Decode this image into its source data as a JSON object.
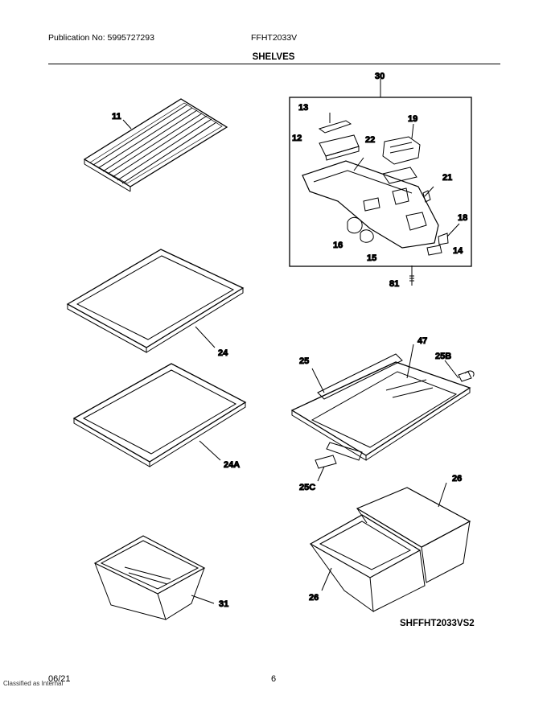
{
  "header": {
    "publication": "Publication No: 5995727293",
    "model": "FFHT2033V",
    "title": "SHELVES"
  },
  "callouts": {
    "p11": "11",
    "p30": "30",
    "p13": "13",
    "p12": "12",
    "p19": "19",
    "p22": "22",
    "p21": "21",
    "p18": "18",
    "p16": "16",
    "p15": "15",
    "p14": "14",
    "p81": "81",
    "p24": "24",
    "p47": "47",
    "p25": "25",
    "p25b": "25B",
    "p24a": "24A",
    "p25c": "25C",
    "p26a": "26",
    "p26b": "26",
    "p31": "31"
  },
  "diagram_code": "SHFFHT2033VS2",
  "footer": {
    "date": "06/21",
    "page": "6",
    "classification": "Classified as Internal"
  }
}
